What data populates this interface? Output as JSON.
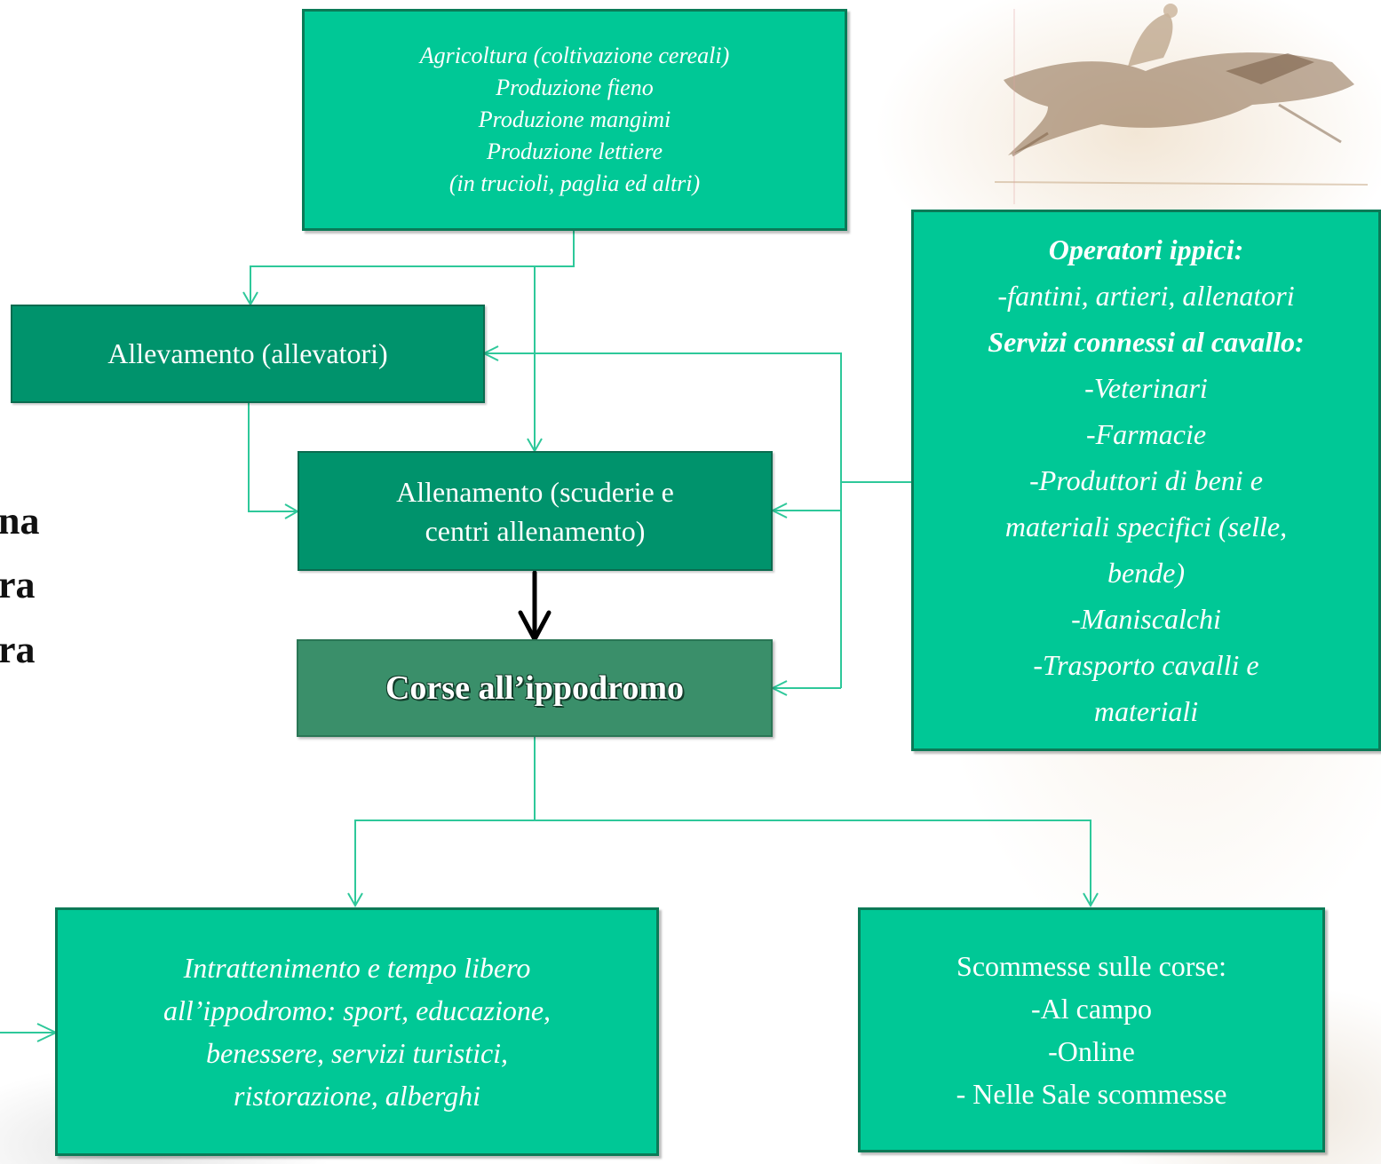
{
  "cutoff_text": [
    "na",
    "ra",
    "ra"
  ],
  "boxes": {
    "agricoltura": {
      "lines": [
        "Agricoltura (coltivazione cereali)",
        "Produzione fieno",
        "Produzione mangimi",
        "Produzione lettiere",
        "(in trucioli, paglia ed altri)"
      ]
    },
    "allevamento": {
      "label": "Allevamento (allevatori)"
    },
    "allenamento": {
      "lines": [
        "Allenamento (scuderie e",
        "centri allenamento)"
      ]
    },
    "corse": {
      "label": "Corse all’ippodromo"
    },
    "operatori": {
      "heading1": "Operatori ippici:",
      "line1": "-fantini, artieri, allenatori",
      "heading2": "Servizi connessi al cavallo:",
      "items": [
        "-Veterinari",
        "-Farmacie",
        "-Produttori di beni e",
        "materiali specifici (selle,",
        "bende)",
        "-Maniscalchi",
        "-Trasporto cavalli e",
        "materiali"
      ]
    },
    "intrattenimento": {
      "lines": [
        "Intrattenimento e tempo libero",
        "all’ippodromo: sport, educazione,",
        "benessere, servizi turistici,",
        "ristorazione, alberghi"
      ]
    },
    "scommesse": {
      "lines": [
        "Scommesse sulle corse:",
        "-Al campo",
        "-Online",
        "- Nelle Sale scommesse"
      ]
    }
  },
  "colors": {
    "box_light": "#00c896",
    "box_dark": "#00936c",
    "box_race": "#3a8f6a",
    "connector": "#2ec89a"
  }
}
